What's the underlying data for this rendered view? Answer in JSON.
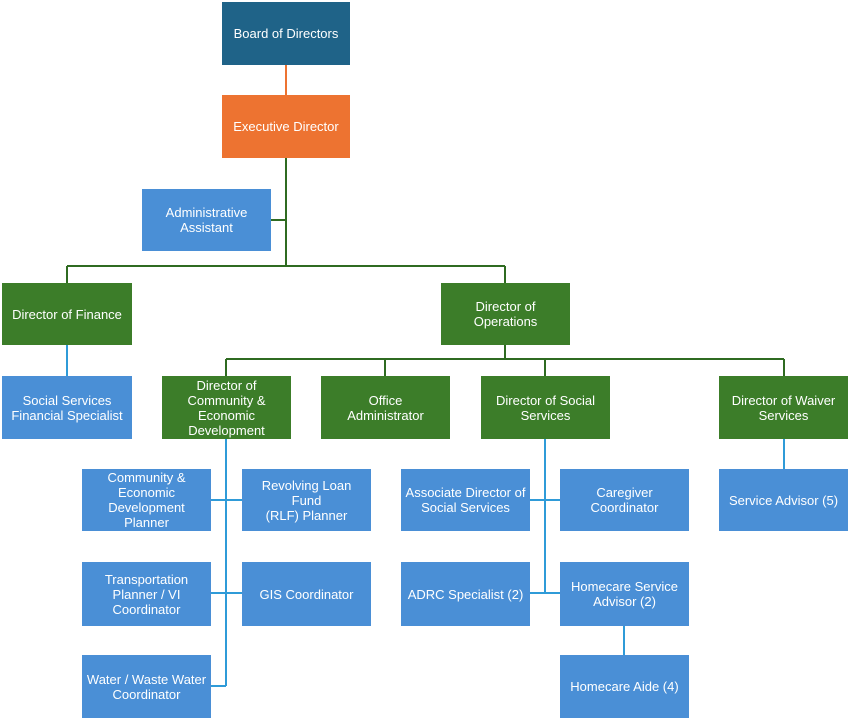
{
  "colors": {
    "board": "#1f6388",
    "executive": "#ed7331",
    "director": "#3c7d29",
    "staff": "#4a8fd6",
    "line_top": "#ed7331",
    "line_green": "#2f6b21",
    "line_blue": "#2f9bd8"
  },
  "nodes": {
    "board": "Board of Directors",
    "executive": "Executive Director",
    "admin_assistant": "Administrative\nAssistant",
    "dir_finance": "Director of Finance",
    "dir_operations": "Director of\nOperations",
    "ss_fin_specialist": "Social Services\nFinancial Specialist",
    "dir_community": "Director of\nCommunity &\nEconomic\nDevelopment",
    "office_admin": "Office\nAdministrator",
    "dir_social": "Director of Social\nServices",
    "dir_waiver": "Director of Waiver\nServices",
    "ced_planner": "Community &\nEconomic\nDevelopment Planner",
    "rlf_planner": "Revolving Loan Fund\n(RLF) Planner",
    "transport_planner": "Transportation\nPlanner / VI\nCoordinator",
    "gis_coord": "GIS Coordinator",
    "water_coord": "Water / Waste Water\nCoordinator",
    "assoc_dir_social": "Associate Director of\nSocial Services",
    "caregiver_coord": "Caregiver\nCoordinator",
    "adrc_specialist": "ADRC Specialist (2)",
    "homecare_advisor": "Homecare Service\nAdvisor (2)",
    "homecare_aide": "Homecare Aide (4)",
    "service_advisor": "Service Advisor (5)"
  }
}
